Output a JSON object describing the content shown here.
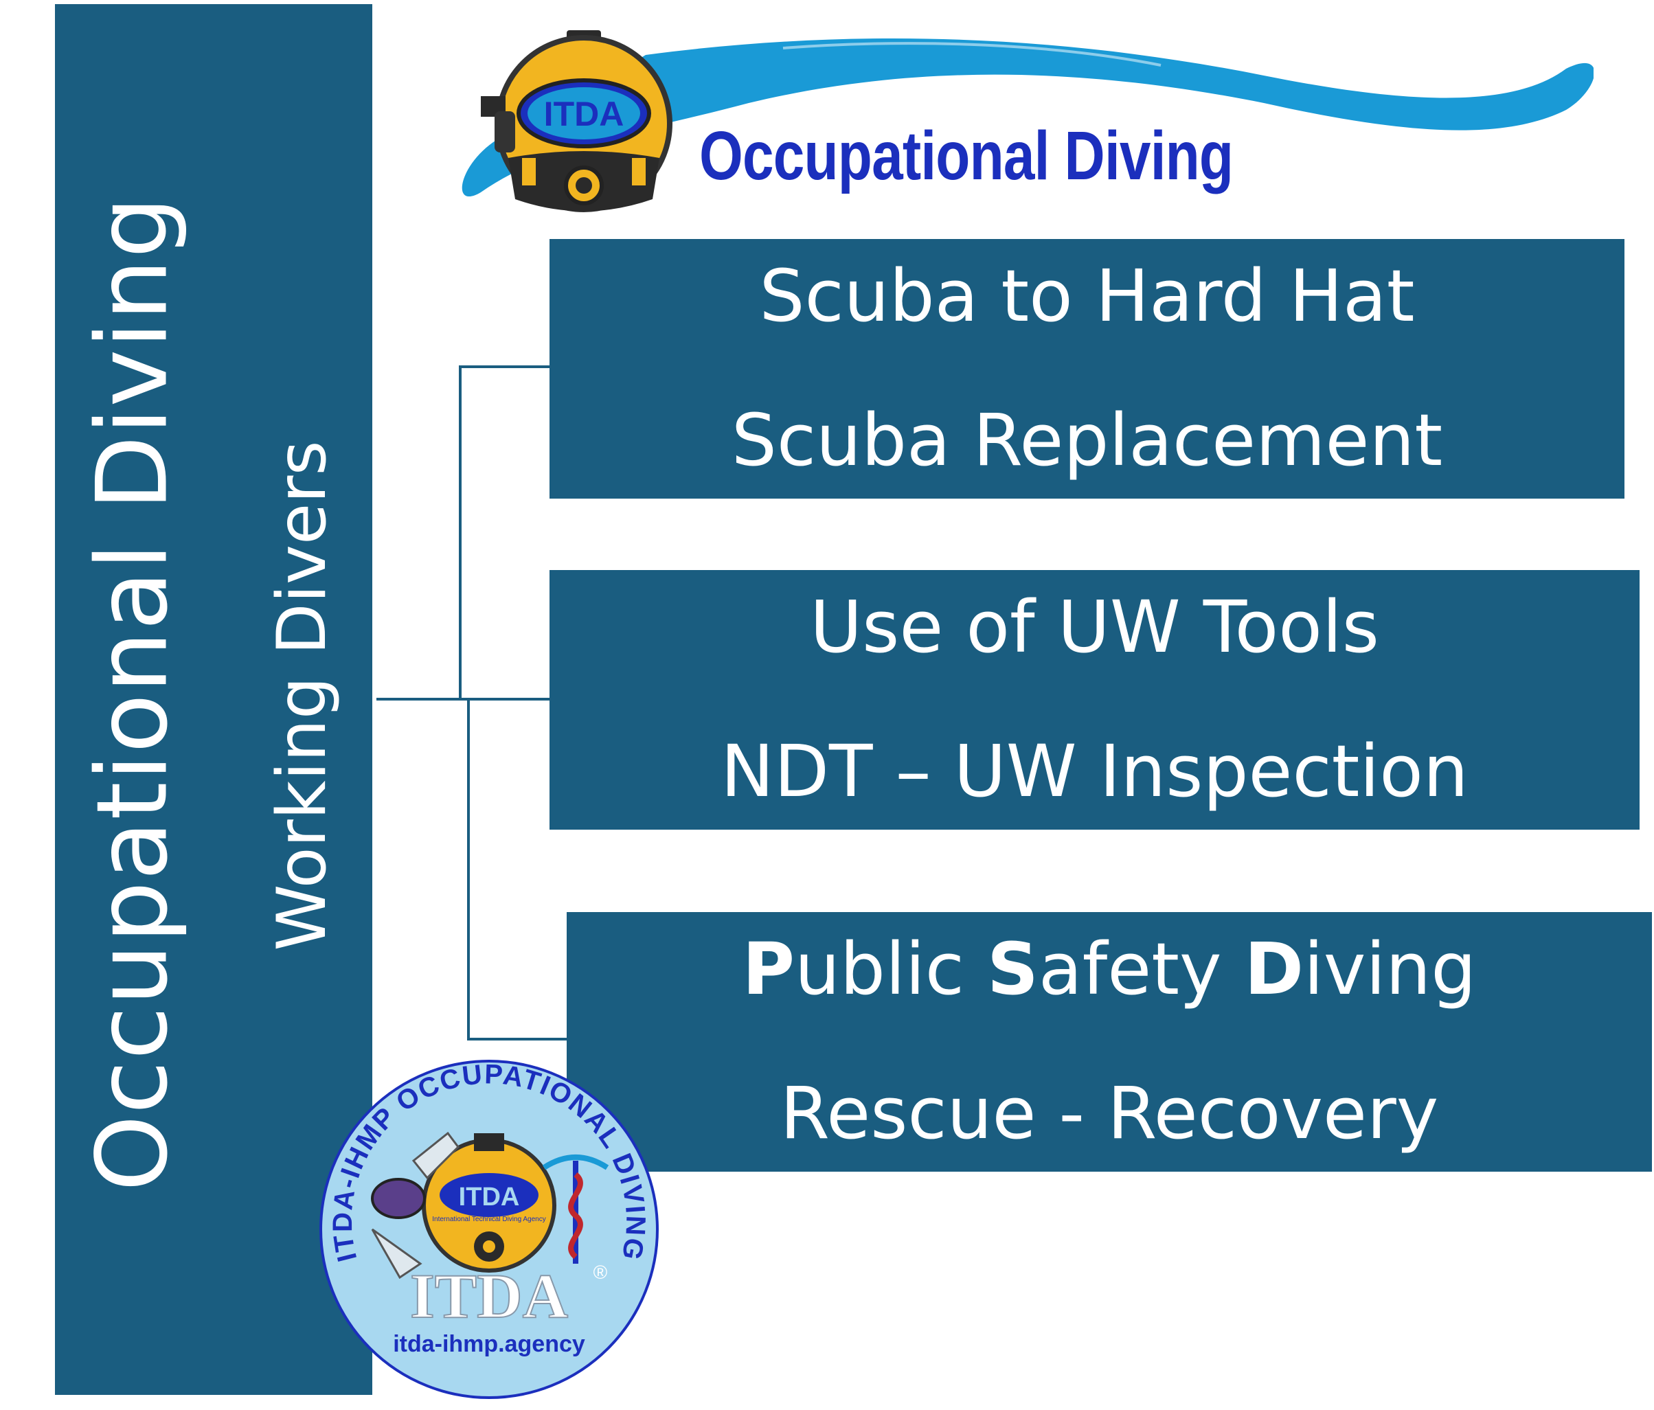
{
  "sidebar": {
    "title": "Occupational Diving",
    "subtitle": "Working  Divers"
  },
  "header_logo": {
    "badge_text": "ITDA",
    "title": "Occupational Diving"
  },
  "boxes": [
    {
      "line1": "Scuba to Hard Hat",
      "line2": "Scuba Replacement"
    },
    {
      "line1": "Use of UW Tools",
      "line2": "NDT – UW Inspection"
    },
    {
      "line1_parts": [
        {
          "text": "P",
          "bold": true
        },
        {
          "text": "ublic ",
          "bold": false
        },
        {
          "text": "S",
          "bold": true
        },
        {
          "text": "afety ",
          "bold": false
        },
        {
          "text": "D",
          "bold": true
        },
        {
          "text": "iving",
          "bold": false
        }
      ],
      "line2": "Rescue - Recovery"
    }
  ],
  "seal": {
    "ring_text": "ITDA-IHMP OCCUPATIONAL DIVING",
    "inner_badge": "ITDA",
    "inner_caption": "International Technical Diving Agency",
    "brand": "ITDA",
    "registered": "®",
    "url": "itda-ihmp.agency"
  },
  "colors": {
    "panel": "#1a5d80",
    "logo_blue_text": "#1b2fbd",
    "wave": "#1a9ad6",
    "seal_bg": "#a8d8f0"
  }
}
